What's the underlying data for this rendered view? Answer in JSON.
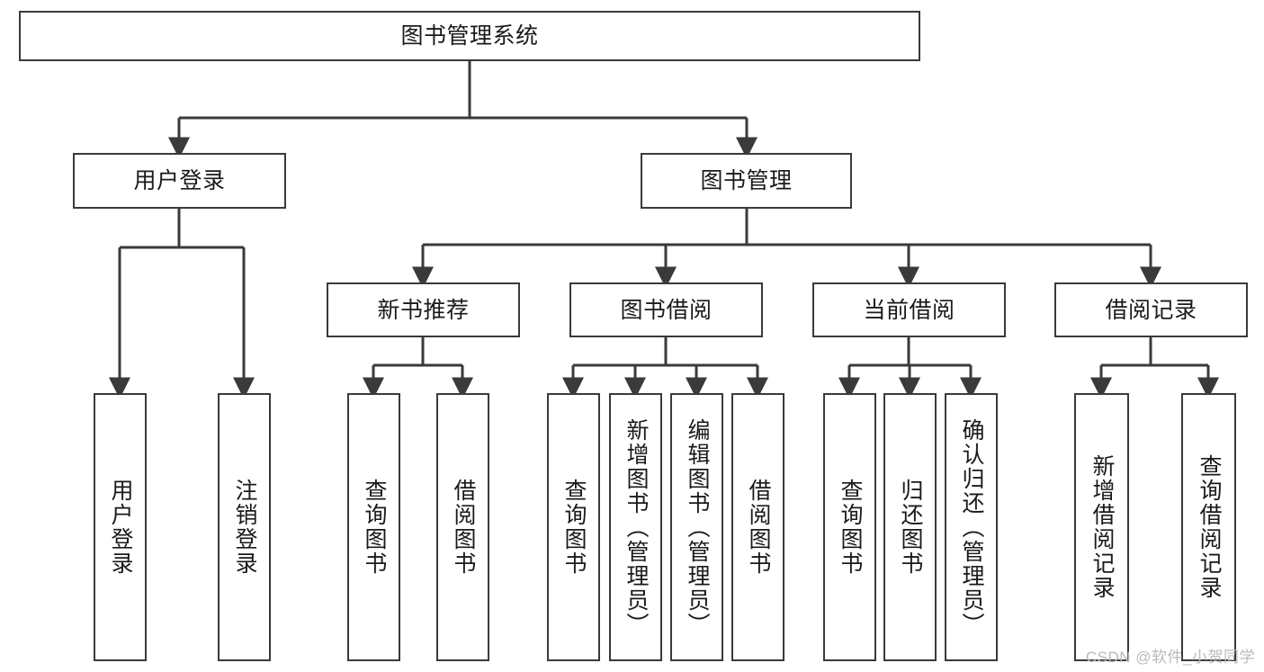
{
  "diagram": {
    "title": "图书管理系统",
    "type": "hierarchy-tree",
    "stroke_color": "#3a3a3a",
    "text_color": "#1a1a1a",
    "background": "#ffffff",
    "levels": 4,
    "root": {
      "label": "图书管理系统"
    },
    "level2": [
      {
        "label": "用户登录"
      },
      {
        "label": "图书管理"
      }
    ],
    "level3": [
      {
        "label": "新书推荐"
      },
      {
        "label": "图书借阅"
      },
      {
        "label": "当前借阅"
      },
      {
        "label": "借阅记录"
      }
    ],
    "leaves": {
      "user_login": [
        {
          "label": "用户登录"
        },
        {
          "label": "注销登录"
        }
      ],
      "new_book_recommend": [
        {
          "label": "查询图书"
        },
        {
          "label": "借阅图书"
        }
      ],
      "book_borrow": [
        {
          "label": "查询图书"
        },
        {
          "label": "新增图书（管理员）"
        },
        {
          "label": "编辑图书（管理员）"
        },
        {
          "label": "借阅图书"
        }
      ],
      "current_borrow": [
        {
          "label": "查询图书"
        },
        {
          "label": "归还图书"
        },
        {
          "label": "确认归还（管理员）"
        }
      ],
      "borrow_records": [
        {
          "label": "新增借阅记录"
        },
        {
          "label": "查询借阅记录"
        }
      ]
    }
  },
  "watermark": {
    "text": "CSDN @软件_小贺同学"
  }
}
